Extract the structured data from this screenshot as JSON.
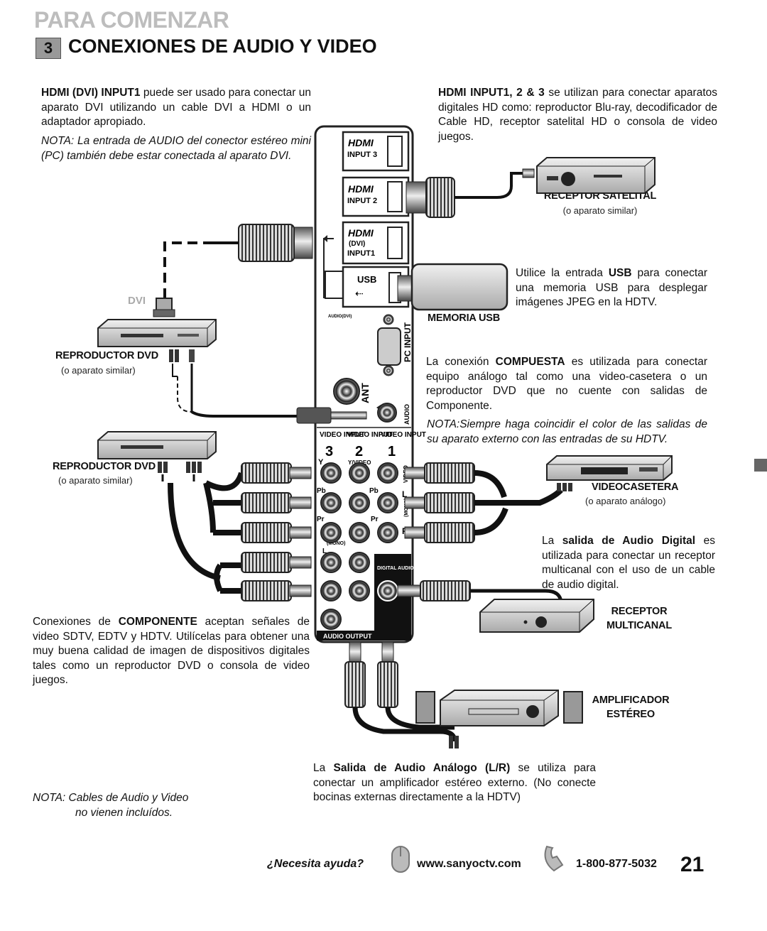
{
  "header": {
    "section": "PARA COMENZAR",
    "step_number": "3",
    "title": "CONEXIONES DE AUDIO Y VIDEO"
  },
  "left": {
    "hdmi_dvi_bold": "HDMI (DVI) INPUT1",
    "hdmi_dvi_text": "puede ser usado para conectar un aparato DVI utilizando un cable DVI a HDMI o un adaptador apropiado.",
    "note_label": "NOTA:",
    "note_text": "La entrada de AUDIO del conector estéreo mini (PC) también debe estar conectada al aparato DVI.",
    "dvi_label": "DVI",
    "dvd1_title": "REPRODUCTOR DVD",
    "dvd1_sub": "(o aparato similar)",
    "dvd2_title": "REPRODUCTOR DVD",
    "dvd2_sub": "(o aparato similar)",
    "component_pre": "Conexiones de",
    "component_bold": "COMPONENTE",
    "component_text": "aceptan señales de video SDTV, EDTV y HDTV. Utilícelas para obtener una muy buena calidad de imagen de dispositivos digitales tales como un reproductor DVD o consola de video juegos.",
    "cables_note": "NOTA: Cables de Audio y Video",
    "cables_note2": "no vienen incluídos."
  },
  "right": {
    "hdmi_inputs_bold": "HDMI INPUT1, 2 & 3",
    "hdmi_inputs_text": "se utilizan para conectar aparatos digitales HD como: reproductor Blu-ray, decodificador de Cable HD, receptor satelital HD o consola de video juegos.",
    "sat_title": "RECEPTOR SATELITAL",
    "sat_sub": "(o aparato similar)",
    "usb_pre": "Utilice la entrada",
    "usb_bold": "USB",
    "usb_text": "para conectar una memoria USB para desplegar imágenes JPEG en la HDTV.",
    "usb_label": "MEMORIA USB",
    "composite_pre": "La conexión",
    "composite_bold": "COMPUESTA",
    "composite_text": "es utilizada para conectar equipo análogo tal como una video-casetera o un reproductor DVD que no cuente con salidas de Componente.",
    "composite_note": "NOTA:Siempre haga coincidir el color de las salidas de su aparato externo con las entradas de su HDTV.",
    "vcr_title": "VIDEOCASETERA",
    "vcr_sub": "(o aparato análogo)",
    "digital_pre": "La",
    "digital_bold": "salida de Audio Digital",
    "digital_text": "es utilizada para conectar un receptor multicanal con el uso de un cable de audio digital.",
    "receiver_title1": "RECEPTOR",
    "receiver_title2": "MULTICANAL",
    "amp_title1": "AMPLIFICADOR",
    "amp_title2": "ESTÉREO",
    "analog_pre": "La",
    "analog_bold": "Salida de Audio Análogo (L/R)",
    "analog_text": "se utiliza para conectar un amplificador estéreo externo. (No conecte bocinas externas directamente a la HDTV)"
  },
  "panel": {
    "hdmi_logo": "HDMI",
    "input3": "INPUT 3",
    "input2": "INPUT 2",
    "dvi": "(DVI)",
    "input1": "INPUT1",
    "usb": "USB",
    "audio_dvi": "AUDIO(DVI)",
    "pc_input": "PC INPUT",
    "ant": "ANT",
    "audio": "AUDIO",
    "video_input": "VIDEO INPUT",
    "num3": "3",
    "num2": "2",
    "num1": "1",
    "y": "Y",
    "y_video": "Y/VIDEO",
    "pb": "Pb",
    "pr": "Pr",
    "video_side": "VIDEO",
    "l": "L",
    "mono": "(MONO)",
    "r": "R",
    "mono2": "(MONO)",
    "digital_audio_output": "DIGITAL AUDIO OUTPUT",
    "audio_output": "AUDIO OUTPUT"
  },
  "footer": {
    "help": "¿Necesita ayuda?",
    "website": "www.sanyoctv.com",
    "phone": "1-800-877-5032",
    "page": "21"
  }
}
